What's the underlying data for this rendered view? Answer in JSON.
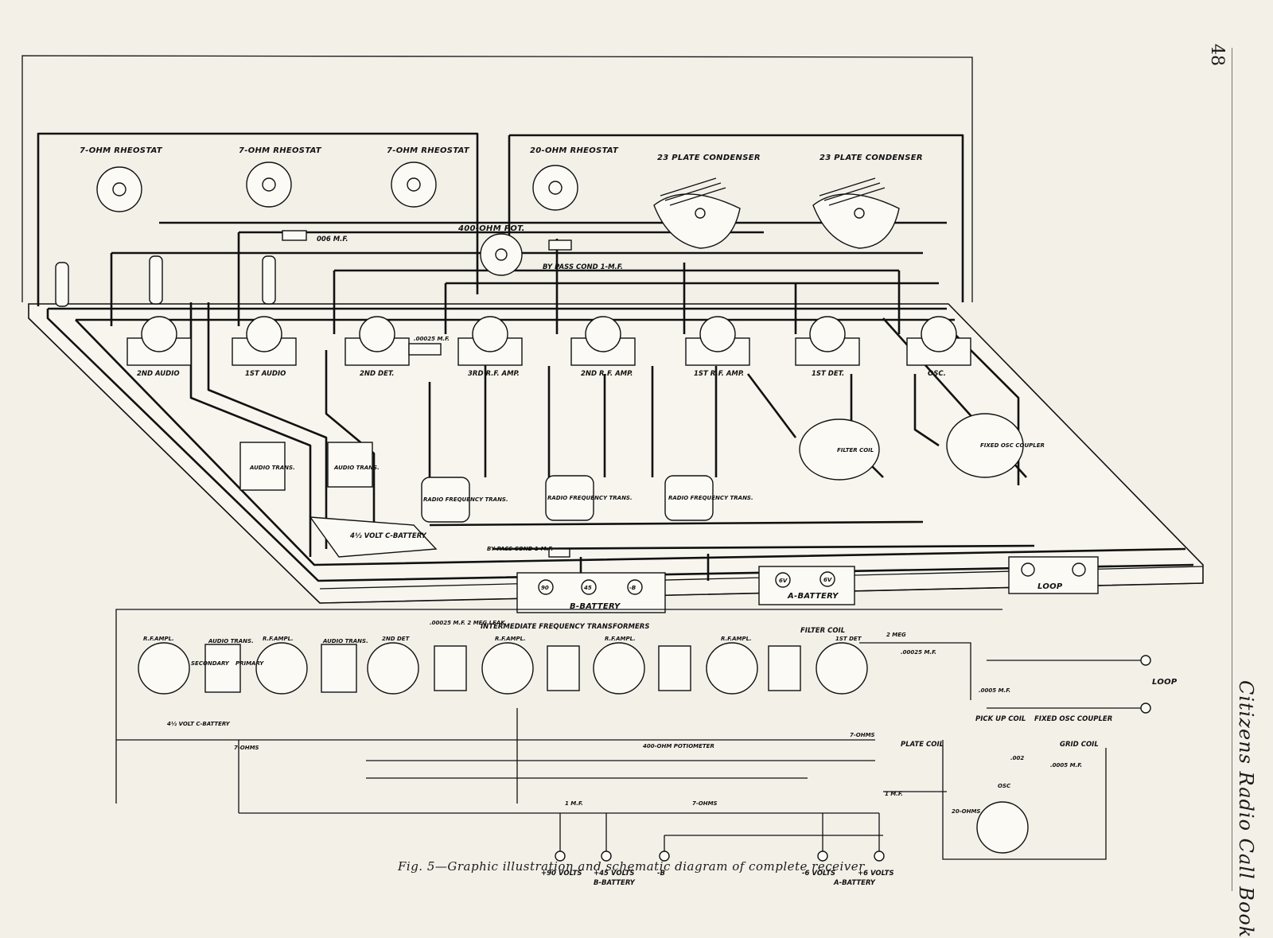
{
  "page": {
    "number": "48",
    "book_title": "Citizens Radio Call Book"
  },
  "caption": "Fig. 5—Graphic illustration and schematic diagram of complete receiver",
  "graphic": {
    "rheostats": [
      "7-OHM RHEOSTAT",
      "7-OHM RHEOSTAT",
      "7-OHM RHEOSTAT",
      "20-OHM RHEOSTAT"
    ],
    "condensers": [
      "23 PLATE CONDENSER",
      "23 PLATE CONDENSER"
    ],
    "pot": "400-OHM POT.",
    "cap_006": "006 M.F.",
    "bypass_top": "BY PASS COND 1-M.F.",
    "bypass_bottom": "BY PASS COND 1-M.F.",
    "tubes": [
      "2ND AUDIO",
      "1ST AUDIO",
      "2ND DET.",
      "3RD R.F. AMP.",
      "2ND R.F. AMP.",
      "1ST R.F. AMP.",
      "1ST DET.",
      "OSC."
    ],
    "audio_trans": [
      "AUDIO TRANS.",
      "AUDIO TRANS."
    ],
    "rf_trans": [
      "RADIO FREQUENCY TRANS.",
      "RADIO FREQUENCY TRANS.",
      "RADIO FREQUENCY TRANS."
    ],
    "filter_coil": "FILTER COIL",
    "osc_coupler": "FIXED OSC COUPLER",
    "c_battery": "4½ VOLT C-BATTERY",
    "b_battery": "B-BATTERY",
    "b_terms": [
      "90",
      "45",
      "-B"
    ],
    "a_battery": "A-BATTERY",
    "a_terms": [
      "6V",
      "6V"
    ],
    "loop": "LOOP",
    "cap_00025": ".00025 M.F."
  },
  "schematic": {
    "tube_label": "R.F.AMPL.",
    "audio_trans": [
      "AUDIO TRANS.",
      "AUDIO TRANS."
    ],
    "secondary": "SECONDARY",
    "primary": "PRIMARY",
    "det2": "2ND DET",
    "det1": "1ST DET",
    "cap_leak": ".00025 M.F. 2 MEG LEAK",
    "ift": "INTERMEDIATE FREQUENCY TRANSFORMERS",
    "filter_coil": "FILTER COIL",
    "meg2": "2 MEG",
    "cap_top": ".00025 M.F.",
    "cap_var": ".0005 M.F.",
    "loop": "LOOP",
    "pickup": "PICK UP COIL",
    "fixed_osc": "FIXED OSC COUPLER",
    "plate_coil": "PLATE COIL",
    "grid_coil": "GRID COIL",
    "cap_002": ".002",
    "cap_osc": ".0005 M.F.",
    "osc": "OSC",
    "ohms20": "20-OHMS",
    "ohms7": [
      "7-OHMS",
      "7-OHMS",
      "7-OHMS"
    ],
    "pot": "400-OHM POTIOMETER",
    "mf1": [
      "1 M.F.",
      "1 M.F."
    ],
    "c_batt": "4½ VOLT C-BATTERY",
    "supply": [
      "+90 VOLTS",
      "+45 VOLTS",
      "-B",
      "-6 VOLTS",
      "+6 VOLTS"
    ],
    "b_batt": "B-BATTERY",
    "a_batt": "A-BATTERY"
  }
}
